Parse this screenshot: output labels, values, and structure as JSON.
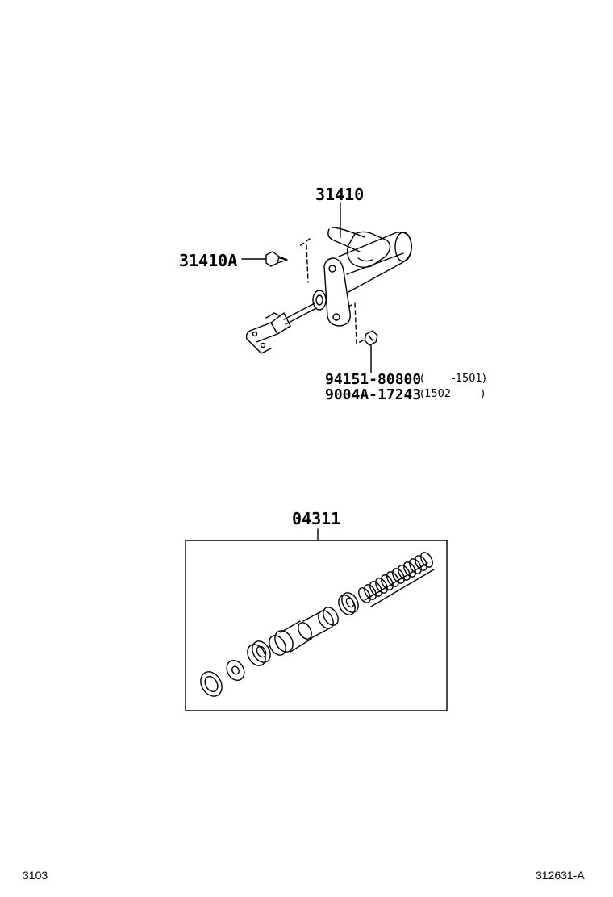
{
  "parts": {
    "master_cylinder": "31410",
    "bolt": "31410A",
    "nut_1": "94151-80800",
    "nut_1_range_open": "(",
    "nut_1_range": "-1501)",
    "nut_2": "9004A-17243",
    "nut_2_range": "(1502-",
    "nut_2_range_close": ")",
    "repair_kit": "04311"
  },
  "footer": {
    "left": "3103",
    "right": "312631-A"
  }
}
